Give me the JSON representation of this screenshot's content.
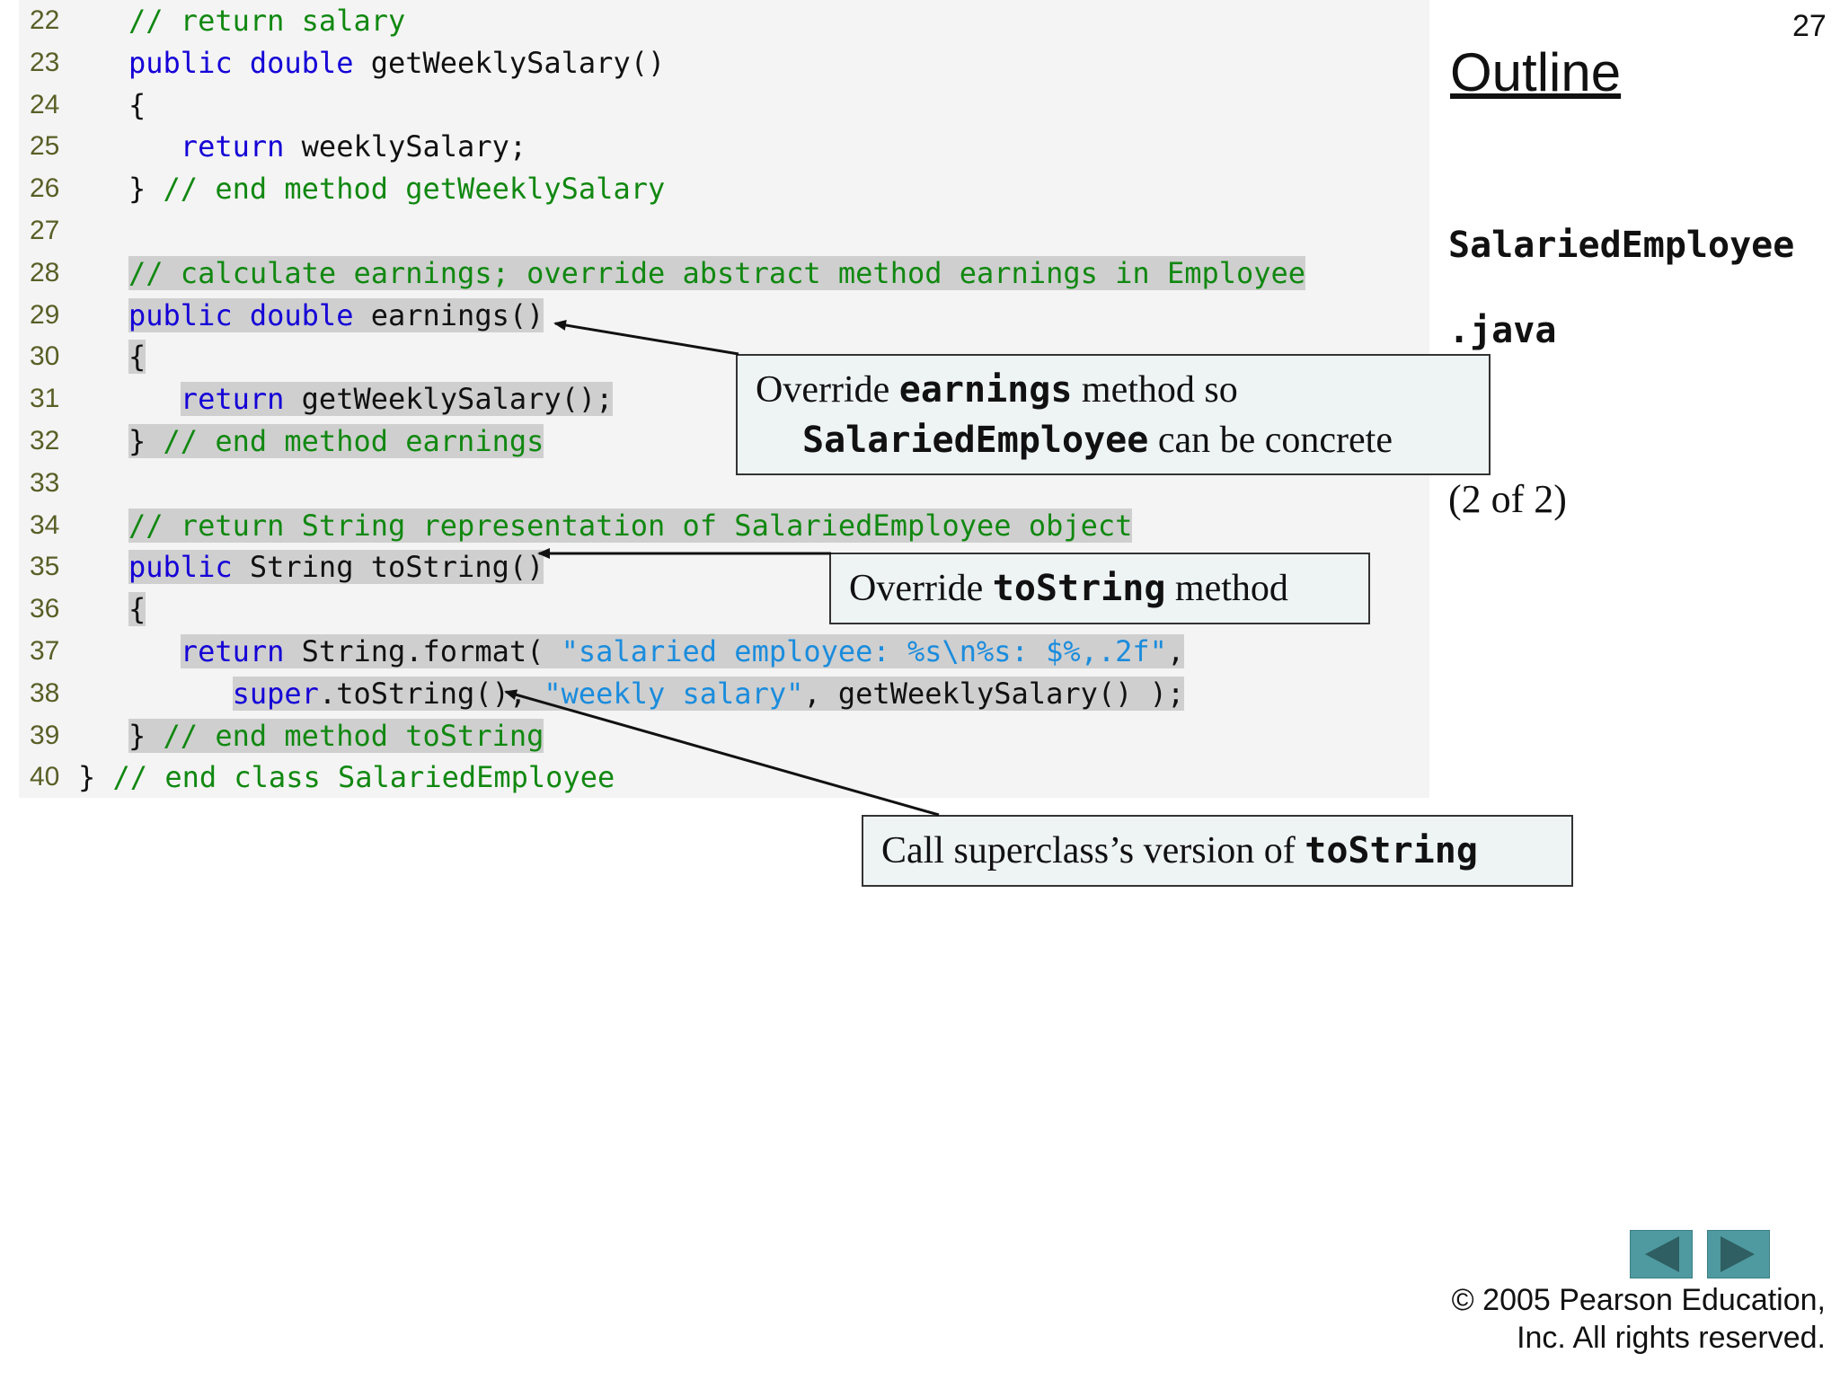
{
  "slide": {
    "number": "27",
    "outline_title": "Outline",
    "file_name_part1": "SalariedEmployee",
    "file_name_part2": ".java",
    "page_part": "(2 of  2)",
    "copyright_line1": "© 2005 Pearson Education,",
    "copyright_line2": "Inc.  All rights reserved."
  },
  "code_lines": [
    {
      "num": "22",
      "tokens": [
        {
          "t": "// return salary",
          "c": "comment"
        }
      ]
    },
    {
      "num": "23",
      "tokens": [
        {
          "t": "public ",
          "c": "kw"
        },
        {
          "t": "double ",
          "c": "kw"
        },
        {
          "t": "getWeeklySalary()",
          "c": "plain"
        }
      ]
    },
    {
      "num": "24",
      "tokens": [
        {
          "t": "{",
          "c": "plain"
        }
      ]
    },
    {
      "num": "25",
      "tokens": [
        {
          "t": "   ",
          "c": "plain"
        },
        {
          "t": "return ",
          "c": "kw"
        },
        {
          "t": "weeklySalary;",
          "c": "plain"
        }
      ]
    },
    {
      "num": "26",
      "tokens": [
        {
          "t": "} ",
          "c": "plain"
        },
        {
          "t": "// end method getWeeklySalary",
          "c": "comment"
        }
      ]
    },
    {
      "num": "27",
      "tokens": []
    },
    {
      "num": "28",
      "tokens": [
        {
          "t": "// calculate earnings; override abstract method earnings in Employee",
          "c": "comment",
          "hl": true
        }
      ]
    },
    {
      "num": "29",
      "tokens": [
        {
          "t": "public double ",
          "c": "kw",
          "hl": true
        },
        {
          "t": "earnings()",
          "c": "plain",
          "hl": true
        }
      ]
    },
    {
      "num": "30",
      "tokens": [
        {
          "t": "{",
          "c": "plain",
          "hl": true
        }
      ]
    },
    {
      "num": "31",
      "tokens": [
        {
          "t": "   ",
          "c": "plain"
        },
        {
          "t": "return ",
          "c": "kw",
          "hl": true
        },
        {
          "t": "getWeeklySalary();",
          "c": "plain",
          "hl": true
        }
      ]
    },
    {
      "num": "32",
      "tokens": [
        {
          "t": "} ",
          "c": "plain",
          "hl": true
        },
        {
          "t": "// end method earnings",
          "c": "comment",
          "hl": true
        }
      ]
    },
    {
      "num": "33",
      "tokens": []
    },
    {
      "num": "34",
      "tokens": [
        {
          "t": "// return String representation of SalariedEmployee object",
          "c": "comment",
          "hl": true
        }
      ]
    },
    {
      "num": "35",
      "tokens": [
        {
          "t": "public ",
          "c": "kw",
          "hl": true
        },
        {
          "t": "String toString()",
          "c": "plain",
          "hl": true
        }
      ]
    },
    {
      "num": "36",
      "tokens": [
        {
          "t": "{",
          "c": "plain",
          "hl": true
        }
      ]
    },
    {
      "num": "37",
      "tokens": [
        {
          "t": "   ",
          "c": "plain"
        },
        {
          "t": "return ",
          "c": "kw",
          "hl": true
        },
        {
          "t": "String.format( ",
          "c": "plain",
          "hl": true
        },
        {
          "t": "\"salaried employee: %s\\n%s: $%,.2f\"",
          "c": "string",
          "hl": true
        },
        {
          "t": ",",
          "c": "plain",
          "hl": true
        }
      ]
    },
    {
      "num": "38",
      "tokens": [
        {
          "t": "      ",
          "c": "plain"
        },
        {
          "t": "super",
          "c": "kw",
          "hl": true
        },
        {
          "t": ".toString(), ",
          "c": "plain",
          "hl": true
        },
        {
          "t": "\"weekly salary\"",
          "c": "string",
          "hl": true
        },
        {
          "t": ", getWeeklySalary() );",
          "c": "plain",
          "hl": true
        }
      ]
    },
    {
      "num": "39",
      "tokens": [
        {
          "t": "} ",
          "c": "plain",
          "hl": true
        },
        {
          "t": "// end method toString",
          "c": "comment",
          "hl": true
        }
      ]
    },
    {
      "num": "40",
      "tokens": [
        {
          "t": "} ",
          "c": "plain"
        },
        {
          "t": "// end class SalariedEmployee",
          "c": "comment"
        }
      ],
      "outdent": true
    }
  ],
  "callouts": {
    "earnings": {
      "pre": "Override ",
      "mono": "earnings",
      "post": " method so",
      "line2_mono": "SalariedEmployee",
      "line2_post": " can be concrete"
    },
    "tostring": {
      "pre": "Override ",
      "mono": "toString",
      "post": " method"
    },
    "super": {
      "pre": "Call superclass’s version of ",
      "mono": "toString"
    }
  },
  "navigation": {
    "prev_icon": "triangle-left-icon",
    "next_icon": "triangle-right-icon"
  },
  "colors": {
    "keyword": "#1400d6",
    "comment": "#118811",
    "string": "#1a8cdd",
    "nav": "#4e9aa0"
  }
}
